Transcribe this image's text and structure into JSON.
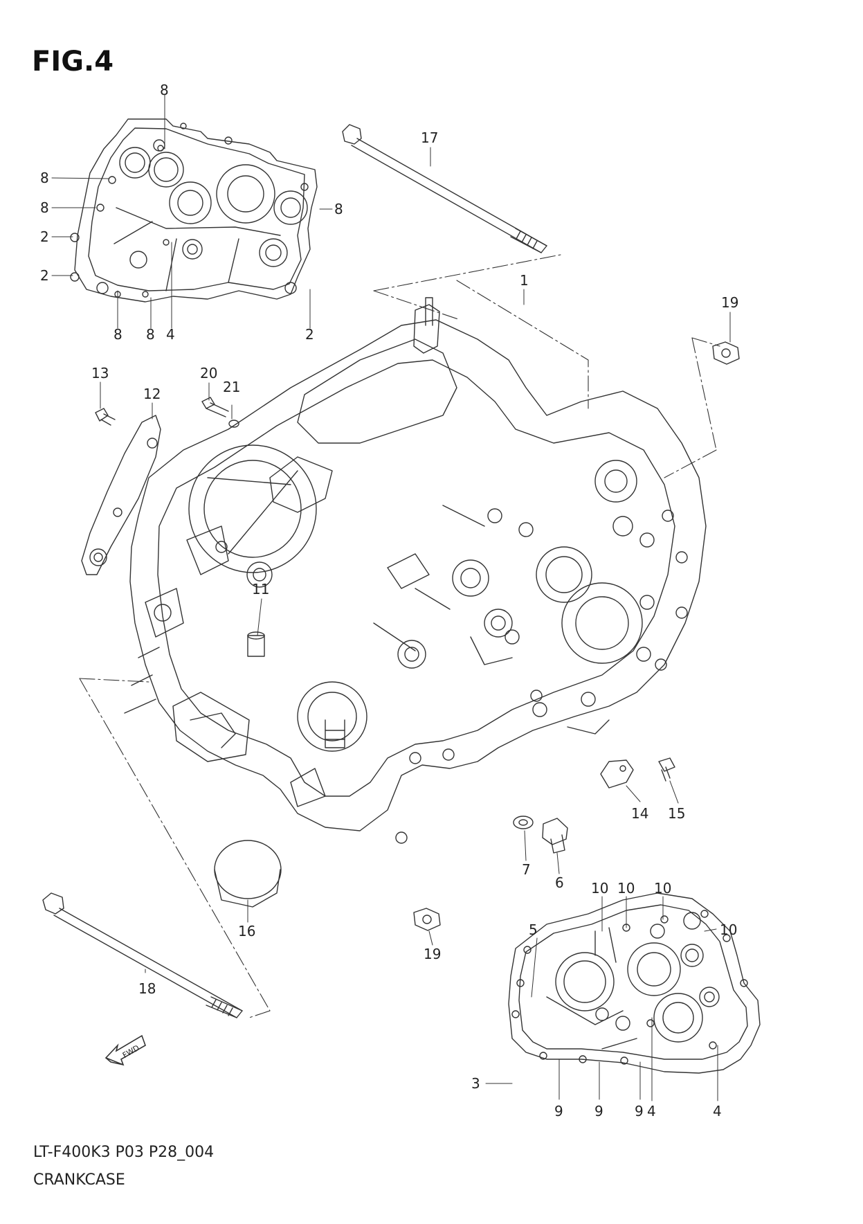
{
  "figure": {
    "title": "FIG.4",
    "code": "LT-F400K3 P03 P28_004",
    "name": "CRANKCASE"
  },
  "callouts": {
    "p1": "1",
    "p2a": "2",
    "p2b": "2",
    "p2c": "2",
    "p3": "3",
    "p4a": "4",
    "p4b": "4",
    "p4c": "4",
    "p5": "5",
    "p6": "6",
    "p7": "7",
    "p8a": "8",
    "p8b": "8",
    "p8c": "8",
    "p8d": "8",
    "p8e": "8",
    "p8f": "8",
    "p9a": "9",
    "p9b": "9",
    "p9c": "9",
    "p10a": "10",
    "p10b": "10",
    "p10c": "10",
    "p10d": "10",
    "p11": "11",
    "p12": "12",
    "p13": "13",
    "p14": "14",
    "p15": "15",
    "p16": "16",
    "p17": "17",
    "p18": "18",
    "p19a": "19",
    "p19b": "19",
    "p20": "20",
    "p21": "21"
  },
  "fwd_label": "FWD"
}
